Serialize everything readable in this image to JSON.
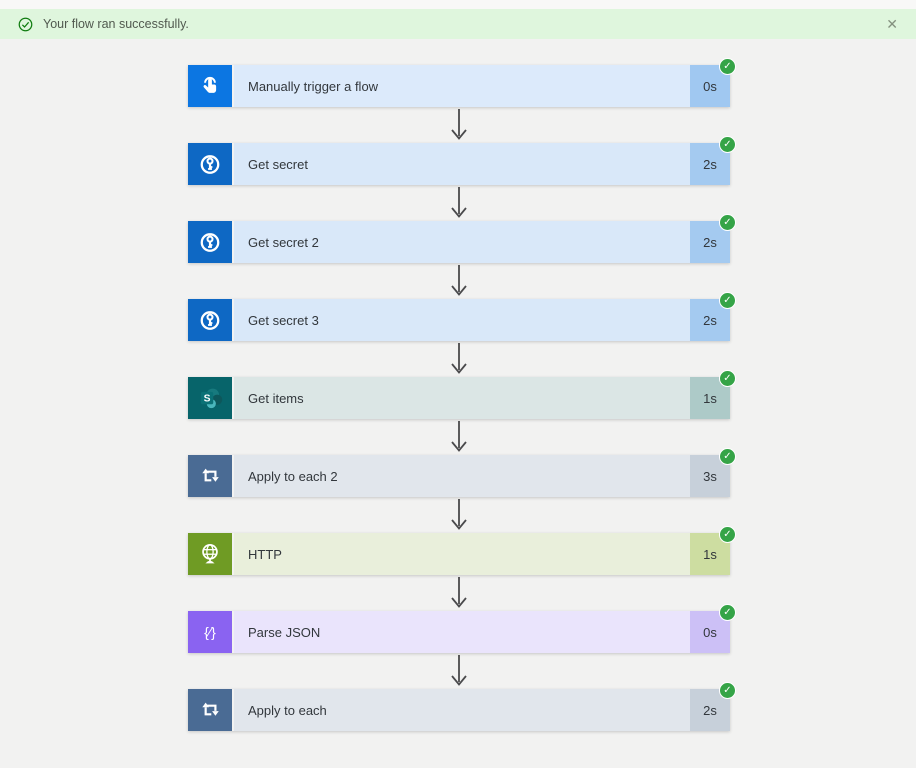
{
  "banner": {
    "message": "Your flow ran successfully.",
    "status_icon": "success-circle-check-icon",
    "close_icon": "close-icon",
    "close_glyph": "✕",
    "bg": "#dff6dd",
    "icon_color": "#107c10"
  },
  "colors": {
    "page_bg": "#f2f2f1",
    "arrow": "#4a4a4c",
    "badge_green": "#35a447",
    "card_text": "#32373c"
  },
  "badge": {
    "icon": "check-icon",
    "glyph": "✓",
    "meaning": "Succeeded"
  },
  "steps": [
    {
      "title": "Manually trigger a flow",
      "duration": "0s",
      "status": "succeeded",
      "icon": "manual-trigger-icon",
      "icon_bg": "#0c76e2",
      "body_bg": "#dceafb",
      "duration_bg": "#a0c8f1"
    },
    {
      "title": "Get secret",
      "duration": "2s",
      "status": "succeeded",
      "icon": "key-vault-icon",
      "icon_bg": "#0e68c4",
      "body_bg": "#d9e8f9",
      "duration_bg": "#a4caf0"
    },
    {
      "title": "Get secret 2",
      "duration": "2s",
      "status": "succeeded",
      "icon": "key-vault-icon",
      "icon_bg": "#0e68c4",
      "body_bg": "#d9e8f9",
      "duration_bg": "#a4caf0"
    },
    {
      "title": "Get secret 3",
      "duration": "2s",
      "status": "succeeded",
      "icon": "key-vault-icon",
      "icon_bg": "#0e68c4",
      "body_bg": "#d9e8f9",
      "duration_bg": "#a4caf0"
    },
    {
      "title": "Get items",
      "duration": "1s",
      "status": "succeeded",
      "icon": "sharepoint-icon",
      "icon_bg": "#07646a",
      "body_bg": "#dbe6e5",
      "duration_bg": "#adcac8"
    },
    {
      "title": "Apply to each 2",
      "duration": "3s",
      "status": "succeeded",
      "icon": "apply-to-each-icon",
      "icon_bg": "#4a6b94",
      "body_bg": "#e1e6ec",
      "duration_bg": "#c7d0da"
    },
    {
      "title": "HTTP",
      "duration": "1s",
      "status": "succeeded",
      "icon": "http-icon",
      "icon_bg": "#6f9b24",
      "body_bg": "#e9efdb",
      "duration_bg": "#cddda1"
    },
    {
      "title": "Parse JSON",
      "duration": "0s",
      "status": "succeeded",
      "icon": "parse-json-icon",
      "icon_bg": "#8a63f1",
      "body_bg": "#eae4fc",
      "duration_bg": "#ccc0f6"
    },
    {
      "title": "Apply to each",
      "duration": "2s",
      "status": "succeeded",
      "icon": "apply-to-each-icon",
      "icon_bg": "#4a6b94",
      "body_bg": "#e1e6ec",
      "duration_bg": "#c7d0da"
    }
  ]
}
